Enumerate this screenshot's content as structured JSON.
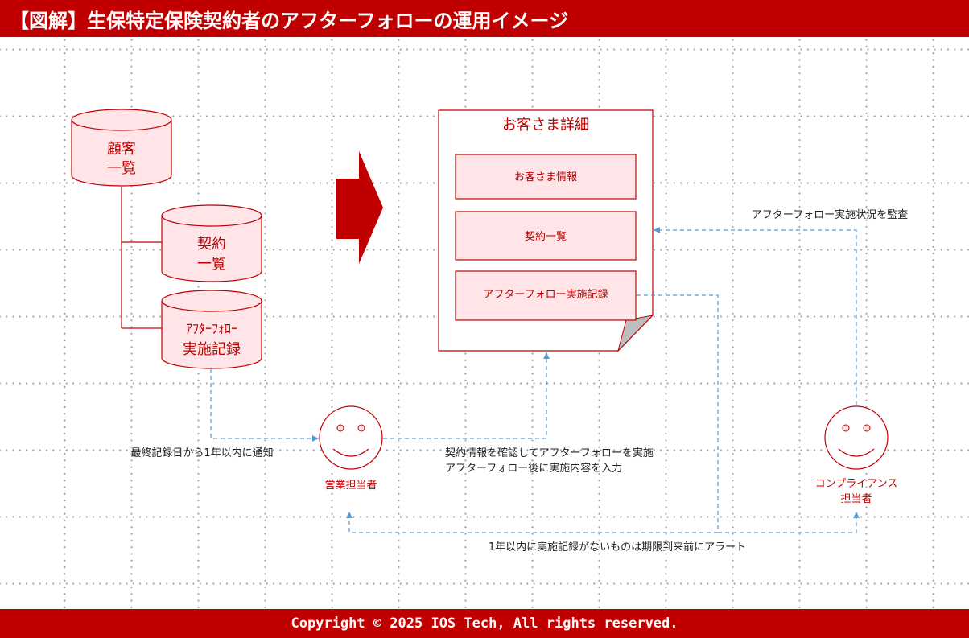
{
  "header": {
    "title": "【図解】生保特定保険契約者のアフターフォローの運用イメージ"
  },
  "databases": {
    "customer_list": [
      "顧客",
      "一覧"
    ],
    "contract_list": [
      "契約",
      "一覧"
    ],
    "followup_records": [
      "ｱﾌﾀｰﾌｫﾛｰ",
      "実施記録"
    ]
  },
  "detail_doc": {
    "title": "お客さま詳細",
    "sections": [
      "お客さま情報",
      "契約一覧",
      "アフターフォロー実施記録"
    ]
  },
  "actors": {
    "sales": "営業担当者",
    "compliance": [
      "コンプライアンス",
      "担当者"
    ]
  },
  "labels": {
    "notify": "最終記録日から1年以内に通知",
    "sales_action": [
      "契約情報を確認してアフターフォローを実施",
      "アフターフォロー後に実施内容を入力"
    ],
    "audit": "アフターフォロー実施状況を監査",
    "alert": "1年以内に実施記録がないものは期限到来前にアラート"
  },
  "footer": {
    "copyright": "Copyright © 2025 IOS Tech, All rights reserved."
  },
  "colors": {
    "brand_red": "#c00000",
    "fill_pink": "#ffe5e8",
    "dashed_blue": "#5a9bd5"
  }
}
